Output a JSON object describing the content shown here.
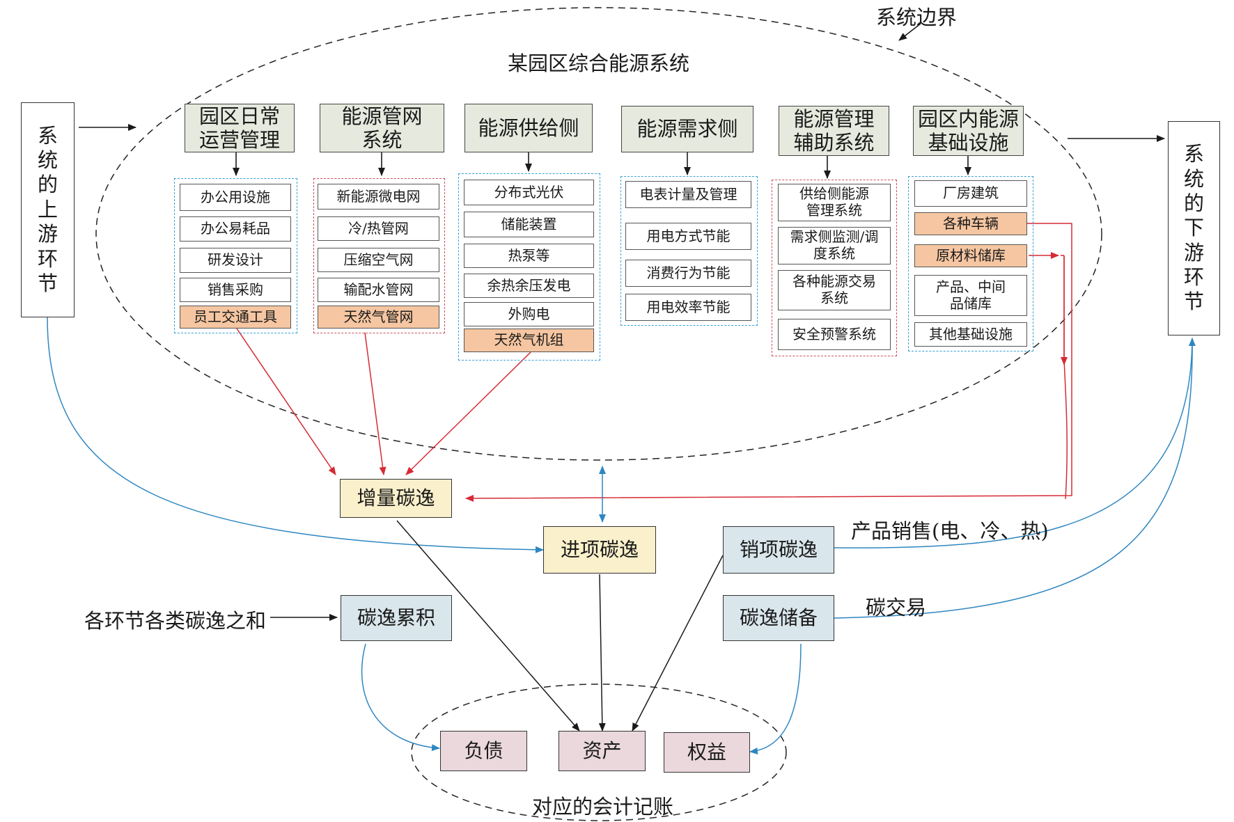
{
  "diagram": {
    "system_boundary_label": "系统边界",
    "system_title": "某园区综合能源系统",
    "upstream": "系统的上游环节",
    "downstream": "系统的下游环节",
    "columns": [
      {
        "header": [
          "园区日常",
          "运营管理"
        ],
        "items": [
          {
            "text": [
              "办公用设施"
            ]
          },
          {
            "text": [
              "办公易耗品"
            ]
          },
          {
            "text": [
              "研发设计"
            ]
          },
          {
            "text": [
              "销售采购"
            ]
          },
          {
            "text": [
              "员工交通工具"
            ],
            "highlight": true
          }
        ]
      },
      {
        "header": [
          "能源管网",
          "系统"
        ],
        "items": [
          {
            "text": [
              "新能源微电网"
            ]
          },
          {
            "text": [
              "冷/热管网"
            ]
          },
          {
            "text": [
              "压缩空气网"
            ]
          },
          {
            "text": [
              "输配水管网"
            ]
          },
          {
            "text": [
              "天然气管网"
            ],
            "highlight": true
          }
        ]
      },
      {
        "header": [
          "能源供给侧"
        ],
        "items": [
          {
            "text": [
              "分布式光伏"
            ]
          },
          {
            "text": [
              "储能装置"
            ]
          },
          {
            "text": [
              "热泵等"
            ]
          },
          {
            "text": [
              "余热余压发电"
            ]
          },
          {
            "text": [
              "外购电"
            ]
          },
          {
            "text": [
              "天然气机组"
            ],
            "highlight": true
          }
        ]
      },
      {
        "header": [
          "能源需求侧"
        ],
        "items": [
          {
            "text": [
              "电表计量及管理"
            ]
          },
          {
            "text": [
              "用电方式节能"
            ]
          },
          {
            "text": [
              "消费行为节能"
            ]
          },
          {
            "text": [
              "用电效率节能"
            ]
          }
        ]
      },
      {
        "header": [
          "能源管理",
          "辅助系统"
        ],
        "items": [
          {
            "text": [
              "供给侧能源",
              "管理系统"
            ]
          },
          {
            "text": [
              "需求侧监测/调",
              "度系统"
            ]
          },
          {
            "text": [
              "各种能源交易",
              "系统"
            ]
          },
          {
            "text": [
              "安全预警系统"
            ]
          }
        ]
      },
      {
        "header": [
          "园区内能源",
          "基础设施"
        ],
        "items": [
          {
            "text": [
              "厂房建筑"
            ]
          },
          {
            "text": [
              "各种车辆"
            ],
            "highlight": true
          },
          {
            "text": [
              "原材料储库"
            ],
            "highlight": true
          },
          {
            "text": [
              "产品、中间",
              "品储库"
            ]
          },
          {
            "text": [
              "其他基础设施"
            ]
          }
        ]
      }
    ],
    "carbon": {
      "incremental": "增量碳逸",
      "input": "进项碳逸",
      "output": "销项碳逸",
      "accumulation": "碳逸累积",
      "reserve": "碳逸储备"
    },
    "accounting": {
      "liability": "负债",
      "asset": "资产",
      "equity": "权益",
      "label": "对应的会计记账"
    },
    "annotations": {
      "sum_label": "各环节各类碳逸之和",
      "product_sales": "产品销售(电、冷、热)",
      "carbon_trade": "碳交易"
    },
    "colors": {
      "red_flow": "#d62a35",
      "blue_flow": "#2e86c1",
      "black_flow": "#1a1a1a",
      "header_fill": "#e6eade",
      "highlight_fill": "#f5c6a1",
      "yellow_fill": "#faf0cb",
      "blue_fill": "#d9e6eb",
      "pink_fill": "#ead8dc"
    }
  }
}
